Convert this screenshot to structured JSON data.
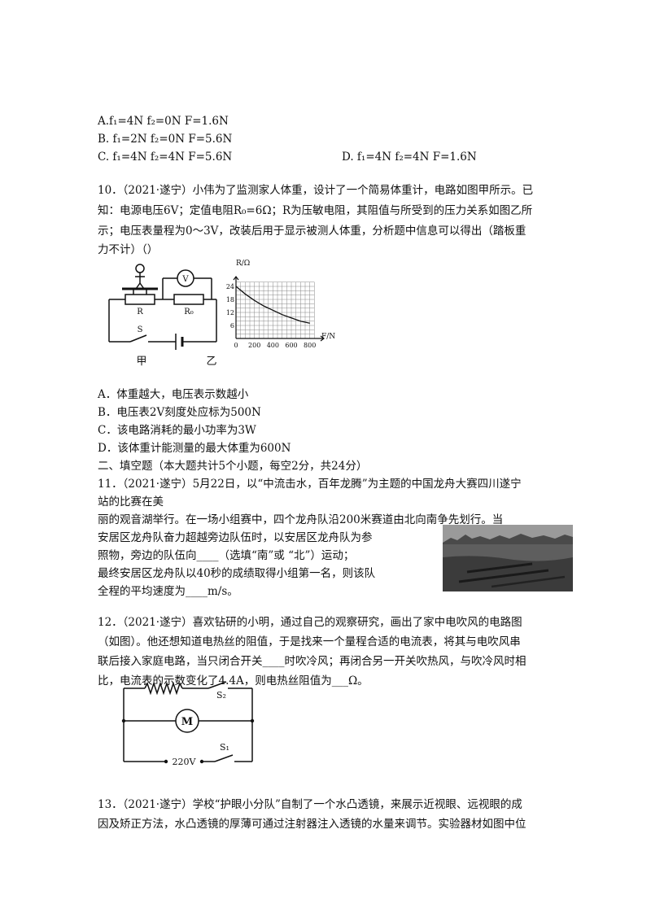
{
  "q9": {
    "optA": "A.f₁=4N  f₂=0N      F=1.6N",
    "optB": "B.  f₁=2N      f₂=0N       F=5.6N",
    "optC": "C.  f₁=4N      f₂=4N       F=5.6N",
    "optD": "D.  f₁=4N      f₂=4N       F=1.6N"
  },
  "q10": {
    "line1": "10．（2021·遂宁）小伟为了监测家人体重，设计了一个简易体重计，电路如图甲所示。已",
    "line2": "知：电源电压6V；定值电阻R₀=6Ω；R为压敏电阻，其阻值与所受到的压力关系如图乙所",
    "line3": "示；电压表量程为0～3V，改装后用于显示被测人体重，分析题中信息可以得出（踏板重",
    "line4": "力不计）（）",
    "fig_jia": {
      "label_R": "R",
      "label_R0": "R₀",
      "label_V": "V",
      "label_S": "S",
      "caption": "甲"
    },
    "fig_yi_caption": "乙",
    "optA": "A．体重越大，电压表示数越小",
    "optB": "B．电压表2V刻度处应标为500N",
    "optC": "C．该电路消耗的最小功率为3W",
    "optD": "D．该体重计能测量的最大体重为600N"
  },
  "chart_data": {
    "type": "line",
    "title": "",
    "xlabel": "F/N",
    "ylabel": "R/Ω",
    "x_ticks": [
      0,
      200,
      400,
      600,
      800
    ],
    "y_ticks": [
      6,
      12,
      18,
      24
    ],
    "xlim": [
      0,
      900
    ],
    "ylim": [
      0,
      27
    ],
    "grid": true,
    "x": [
      0,
      100,
      200,
      300,
      400,
      500,
      600,
      700,
      800
    ],
    "values": [
      24,
      20.5,
      17.5,
      15,
      13,
      11,
      9.5,
      8,
      7
    ]
  },
  "section2": "二、填空题（本大题共计5个小题，每空2分，共24分）",
  "q11": {
    "line1": "11．（2021·遂宁）5月22日，以“中流击水，百年龙腾”为主题的中国龙舟大赛四川遂宁",
    "line2": "站的比赛在美",
    "line3": "丽的观音湖举行。在一场小组赛中，四个龙舟队沿200米赛道由北向南争先划行。当",
    "line4": "安居区龙舟队奋力超越旁边队伍时，以安居区龙舟队为参",
    "line5": "照物，旁边的队伍向____（选填“南”或 “北”）运动；",
    "line6": "最终安居区龙舟队以40秒的成绩取得小组第一名，则该队",
    "line7": "全程的平均速度为____m/s。"
  },
  "q12": {
    "line1": "12．（2021·遂宁）喜欢钻研的小明，通过自己的观察研究，画出了家中电吹风的电路图",
    "line2": "（如图）。他还想知道电热丝的阻值，于是找来一个量程合适的电流表，将其与电吹风串",
    "line3": "联后接入家庭电路，当只闭合开关____时吹冷风；再闭合另一开关吹热风，与吹冷风时相",
    "line4": "比，电流表的示数变化了4.4A，则电热丝阻值为___Ω。",
    "fig": {
      "S2": "S₂",
      "M": "M",
      "S1": "S₁",
      "voltage": "220V"
    }
  },
  "q13": {
    "line1": "13．（2021·遂宁）学校“护眼小分队”自制了一个水凸透镜，来展示近视眼、远视眼的成",
    "line2": "因及矫正方法，水凸透镜的厚薄可通过注射器注入透镜的水量来调节。实验器材如图中位"
  }
}
